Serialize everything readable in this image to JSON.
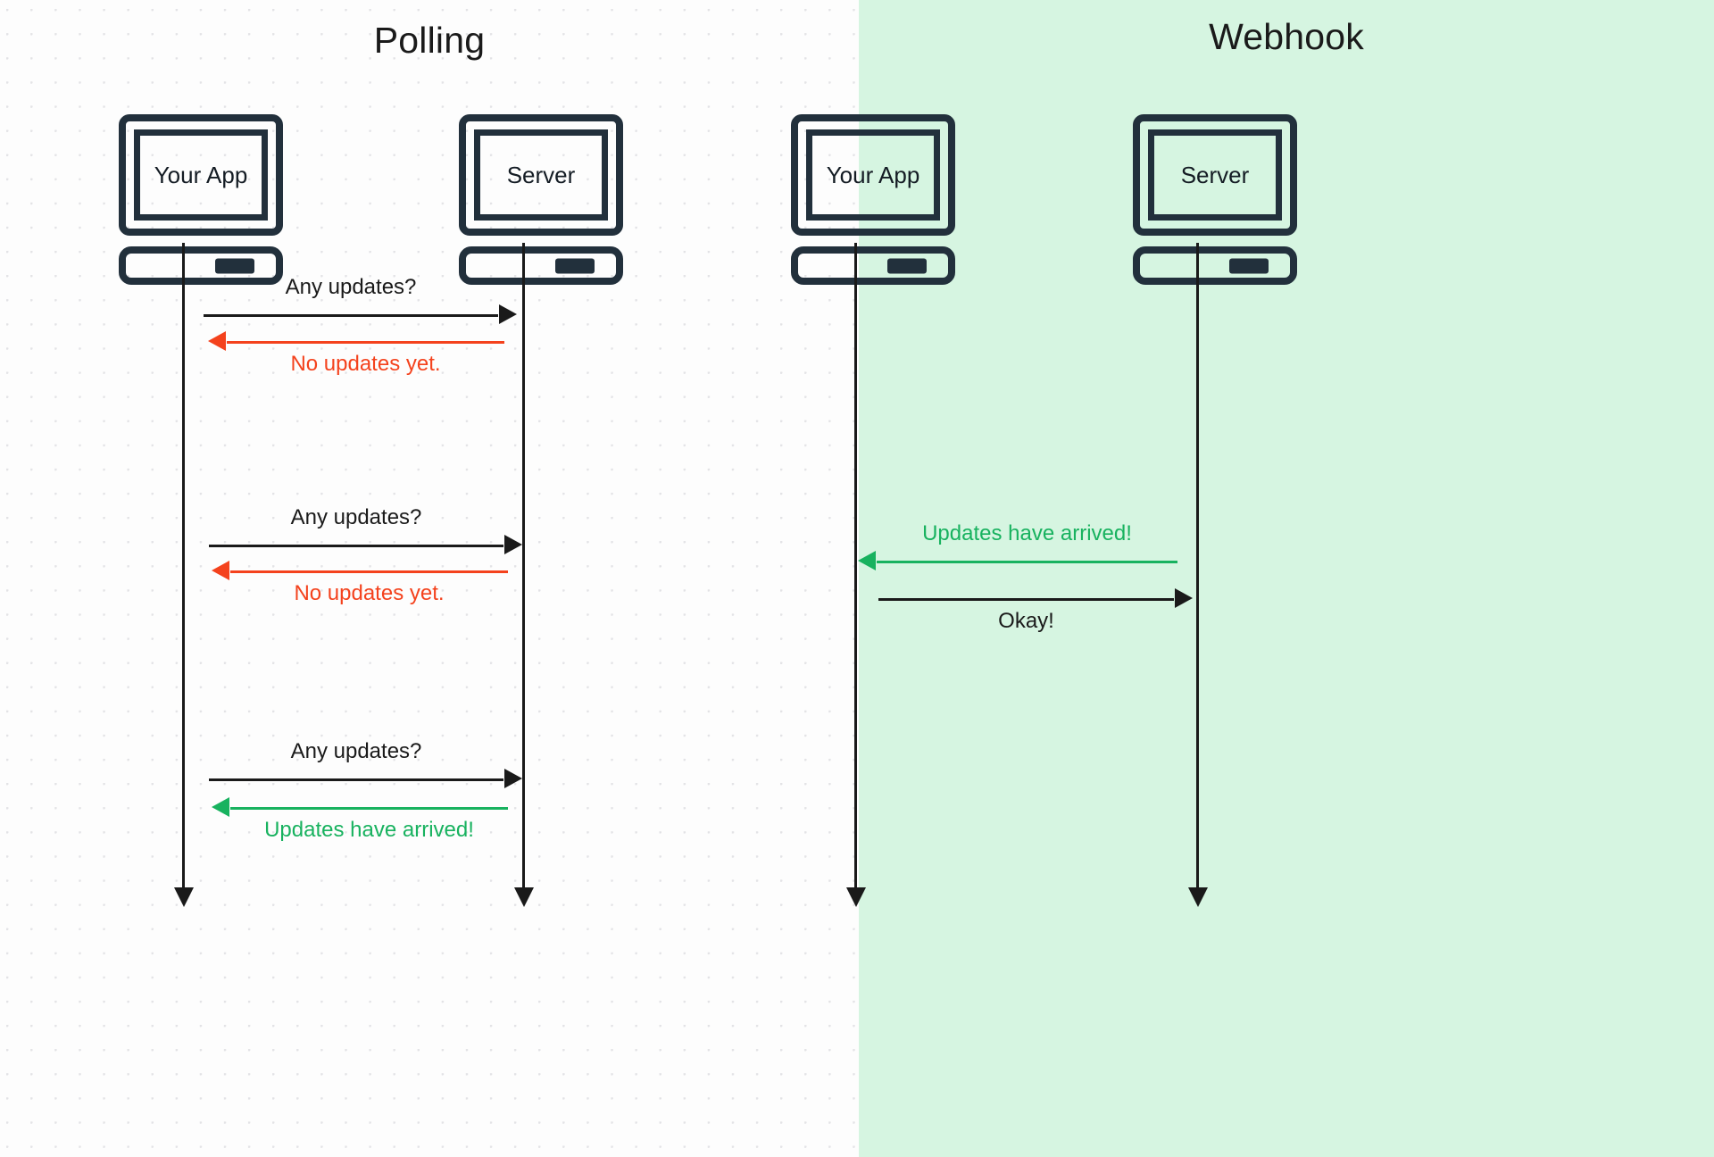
{
  "colors": {
    "dark": "#22303c",
    "line_dark": "#1a1a1a",
    "red": "#f4421d",
    "green": "#18b25f",
    "webhook_bg": "#d6f5e1",
    "polling_bg": "#fdfdfd",
    "grid_dot": "#e3e3e6"
  },
  "panels": [
    {
      "id": "polling",
      "title": "Polling",
      "nodes": [
        {
          "label": "Your App",
          "icon": "desktop-computer-icon"
        },
        {
          "label": "Server",
          "icon": "desktop-computer-icon"
        }
      ],
      "messages": [
        {
          "label": "Any updates?",
          "direction": "to-right",
          "color": "#1a1a1a",
          "label_position": "above"
        },
        {
          "label": "No updates yet.",
          "direction": "to-left",
          "color": "#f4421d",
          "label_position": "below"
        },
        {
          "label": "Any updates?",
          "direction": "to-right",
          "color": "#1a1a1a",
          "label_position": "above"
        },
        {
          "label": "No updates yet.",
          "direction": "to-left",
          "color": "#f4421d",
          "label_position": "below"
        },
        {
          "label": "Any updates?",
          "direction": "to-right",
          "color": "#1a1a1a",
          "label_position": "above"
        },
        {
          "label": "Updates have arrived!",
          "direction": "to-left",
          "color": "#18b25f",
          "label_position": "below"
        }
      ]
    },
    {
      "id": "webhook",
      "title": "Webhook",
      "nodes": [
        {
          "label": "Your App",
          "icon": "desktop-computer-icon"
        },
        {
          "label": "Server",
          "icon": "desktop-computer-icon"
        }
      ],
      "messages": [
        {
          "label": "Updates have arrived!",
          "direction": "to-left",
          "color": "#18b25f",
          "label_position": "above"
        },
        {
          "label": "Okay!",
          "direction": "to-right",
          "color": "#1a1a1a",
          "label_position": "below"
        }
      ]
    }
  ]
}
